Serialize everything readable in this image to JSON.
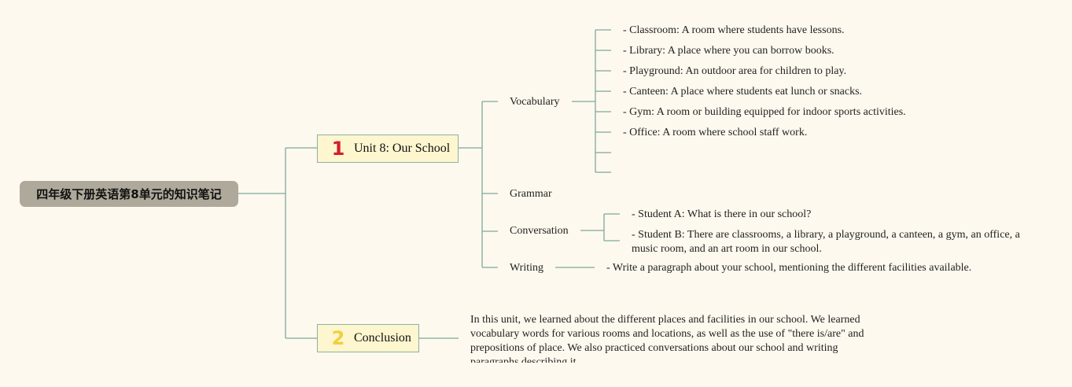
{
  "root": {
    "title": "四年级下册英语第8单元的知识笔记"
  },
  "colors": {
    "line": "#7fa89b",
    "root_bg": "#aea99a",
    "topic_bg": "#fdf6cf",
    "badge1": "#d11f2b",
    "badge2": "#f2cf3c"
  },
  "unit": {
    "badge": "1",
    "title": "Unit 8: Our School",
    "branches": {
      "vocabulary": {
        "label": "Vocabulary",
        "items": [
          "- Classroom: A room where students have lessons.",
          "- Library: A place where you can borrow books.",
          "- Playground: An outdoor area for children to play.",
          "- Canteen: A place where students eat lunch or snacks.",
          "- Gym: A room or building equipped for indoor sports activities.",
          "- Office: A room where school staff work."
        ]
      },
      "grammar": {
        "label": "Grammar"
      },
      "conversation": {
        "label": "Conversation",
        "items": [
          "- Student A: What is there in our school?",
          "- Student B: There are classrooms, a library, a playground, a canteen, a gym, an office, a music room, and an art room in our school."
        ]
      },
      "writing": {
        "label": "Writing",
        "items": [
          "- Write a paragraph about your school, mentioning the different facilities available."
        ]
      }
    }
  },
  "conclusion": {
    "badge": "2",
    "title": "Conclusion",
    "text": "In this unit, we learned about the different places and facilities in our school. We learned vocabulary words for various rooms and locations, as well as the use of \"there is/are\" and prepositions of place. We also practiced conversations about our school and writing paragraphs describing it."
  }
}
